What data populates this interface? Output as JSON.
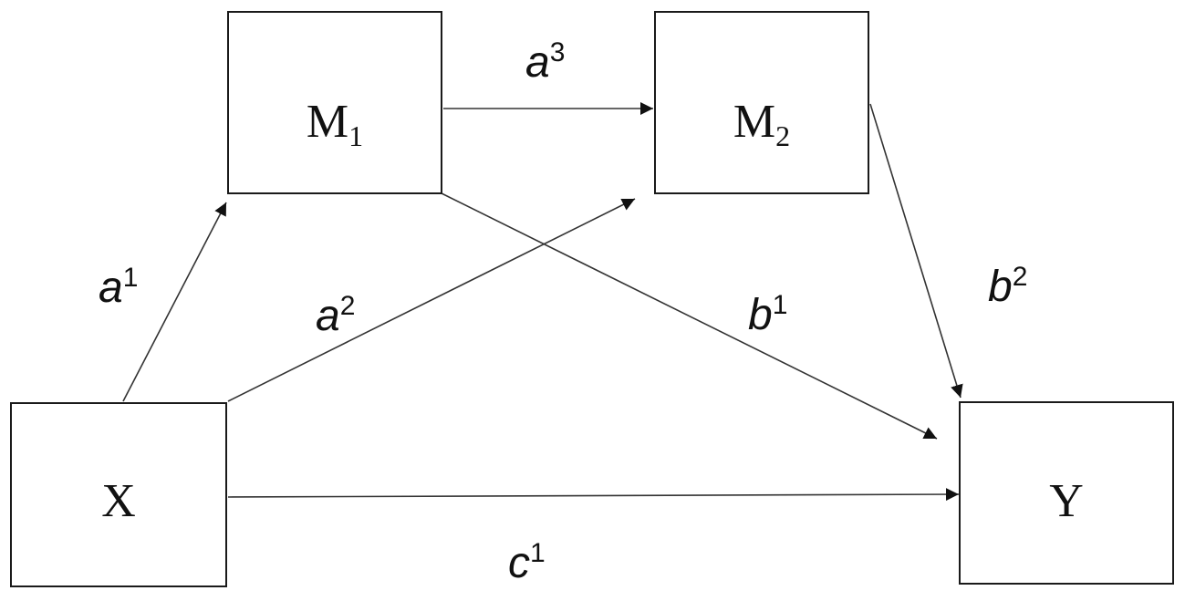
{
  "diagram": {
    "nodes": {
      "x": {
        "label": "X",
        "subscript": ""
      },
      "m1": {
        "label": "M",
        "subscript": "1"
      },
      "m2": {
        "label": "M",
        "subscript": "2"
      },
      "y": {
        "label": "Y",
        "subscript": ""
      }
    },
    "paths": {
      "a1": {
        "symbol": "a",
        "superscript": "1",
        "from": "X",
        "to": "M1"
      },
      "a2": {
        "symbol": "a",
        "superscript": "2",
        "from": "X",
        "to": "M2"
      },
      "a3": {
        "symbol": "a",
        "superscript": "3",
        "from": "M1",
        "to": "M2"
      },
      "b1": {
        "symbol": "b",
        "superscript": "1",
        "from": "M1",
        "to": "Y"
      },
      "b2": {
        "symbol": "b",
        "superscript": "2",
        "from": "M2",
        "to": "Y"
      },
      "c1": {
        "symbol": "c",
        "superscript": "1",
        "from": "X",
        "to": "Y"
      }
    }
  }
}
